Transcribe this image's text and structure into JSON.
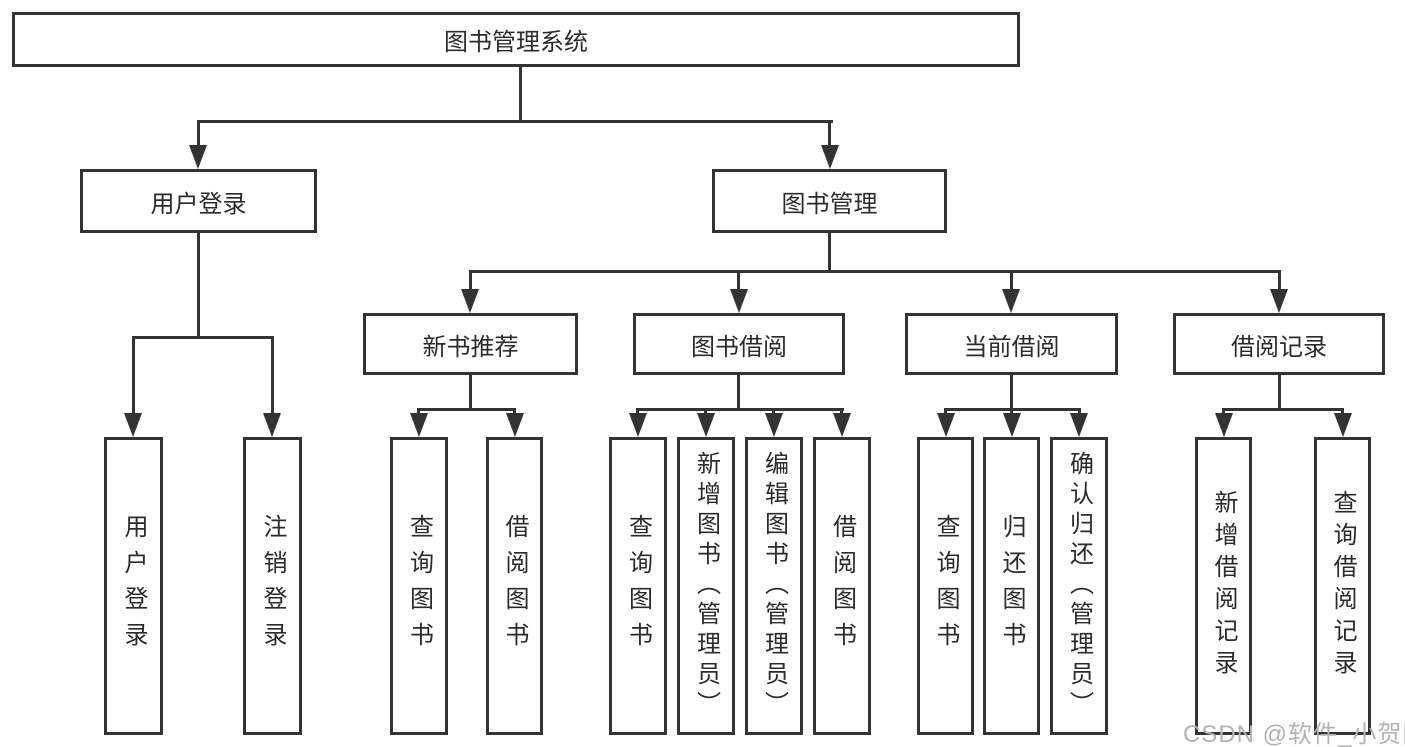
{
  "tree": {
    "label": "图书管理系统",
    "children": [
      {
        "label": "用户登录",
        "children": [
          {
            "label": "用户登录"
          },
          {
            "label": "注销登录"
          }
        ]
      },
      {
        "label": "图书管理",
        "children": [
          {
            "label": "新书推荐",
            "children": [
              {
                "label": "查询图书"
              },
              {
                "label": "借阅图书"
              }
            ]
          },
          {
            "label": "图书借阅",
            "children": [
              {
                "label": "查询图书"
              },
              {
                "label": "新增图书（管理员）"
              },
              {
                "label": "编辑图书（管理员）"
              },
              {
                "label": "借阅图书"
              }
            ]
          },
          {
            "label": "当前借阅",
            "children": [
              {
                "label": "查询图书"
              },
              {
                "label": "归还图书"
              },
              {
                "label": "确认归还（管理员）"
              }
            ]
          },
          {
            "label": "借阅记录",
            "children": [
              {
                "label": "新增借阅记录"
              },
              {
                "label": "查询借阅记录"
              }
            ]
          }
        ]
      }
    ]
  },
  "watermark": {
    "text": "CSDN @软件_小贺同学"
  },
  "colors": {
    "line": "#333333",
    "text": "#2b2b2b",
    "background": "#ffffff",
    "watermark": "#b3b3b3"
  }
}
